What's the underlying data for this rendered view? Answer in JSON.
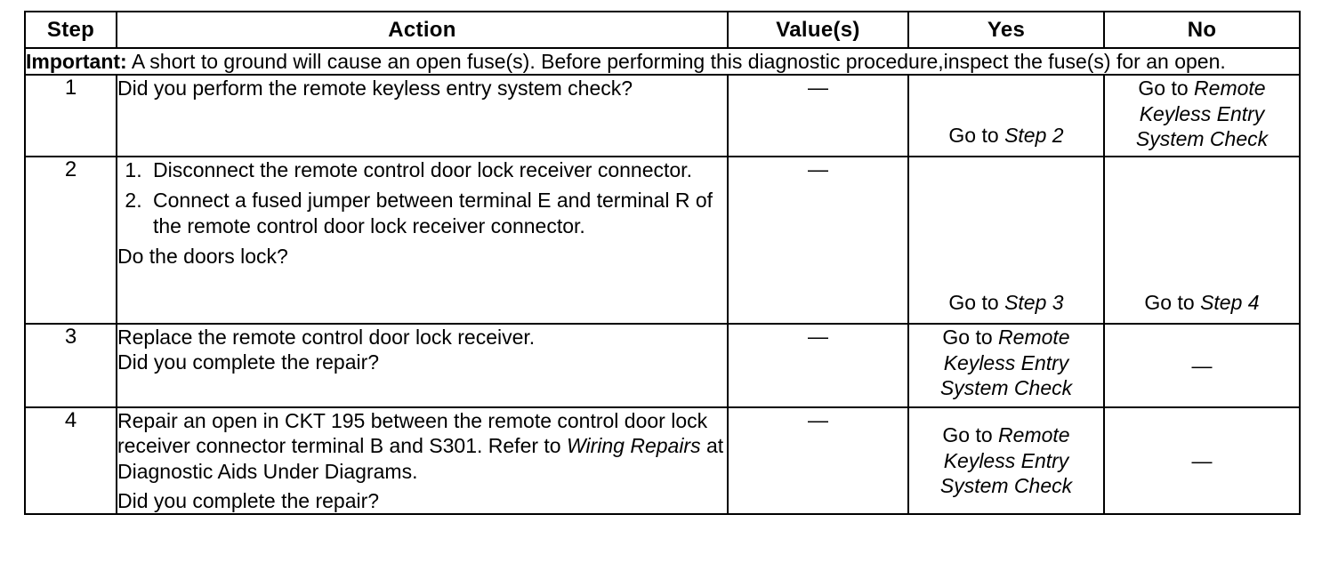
{
  "table": {
    "columns": [
      {
        "key": "step",
        "label": "Step"
      },
      {
        "key": "action",
        "label": "Action"
      },
      {
        "key": "value",
        "label": "Value(s)"
      },
      {
        "key": "yes",
        "label": "Yes"
      },
      {
        "key": "no",
        "label": "No"
      }
    ],
    "important": {
      "label": "Important:",
      "text": " A short to ground will cause an open fuse(s). Before performing this diagnostic procedure,inspect the fuse(s) for an open."
    },
    "rows": [
      {
        "step": "1",
        "action_text": "Did you perform the remote keyless entry system check?",
        "value": "—",
        "yes_prefix": "Go to ",
        "yes_italic": "Step  2",
        "no_prefix": "Go to ",
        "no_italic_lines": [
          "Remote",
          "Keyless Entry",
          "System Check"
        ]
      },
      {
        "step": "2",
        "list": [
          "Disconnect the remote control door lock receiver connector.",
          "Connect a fused jumper between terminal E and terminal R of the remote control door lock receiver connector."
        ],
        "question": "Do the doors lock?",
        "value": "—",
        "yes_prefix": "Go to ",
        "yes_italic": "Step  3",
        "no_prefix": "Go to ",
        "no_italic": "Step  4"
      },
      {
        "step": "3",
        "action_text": "Replace the remote control door lock receiver.",
        "question": "Did you complete the repair?",
        "value": "—",
        "yes_prefix": "Go to ",
        "yes_italic_lines": [
          "Remote",
          "Keyless Entry",
          "System Check"
        ],
        "no": "—"
      },
      {
        "step": "4",
        "action_pre": "Repair an open in CKT 195 between the remote control door lock receiver connector terminal B and S301. Refer to ",
        "action_italic": "Wiring Repairs",
        "action_post": " at Diagnostic Aids Under Diagrams.",
        "question": "Did you complete the repair?",
        "value": "—",
        "yes_prefix": "Go to ",
        "yes_italic_lines": [
          "Remote",
          "Keyless Entry",
          "System Check"
        ],
        "no": "—"
      }
    ]
  }
}
